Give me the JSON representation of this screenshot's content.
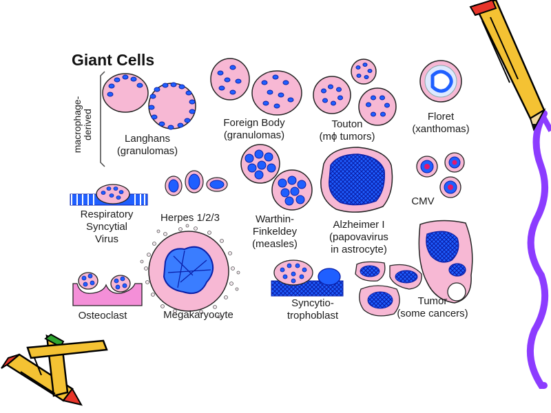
{
  "title": "Giant Cells",
  "group_label": {
    "line1": "macrophage-",
    "line2": "derived"
  },
  "cells": {
    "langhans": [
      "Langhans",
      "(granulomas)"
    ],
    "foreign_body": [
      "Foreign Body",
      "(granulomas)"
    ],
    "touton": [
      "Touton",
      "(mϕ tumors)"
    ],
    "floret": [
      "Floret",
      "(xanthomas)"
    ],
    "rsv": [
      "Respiratory",
      "Syncytial",
      "Virus"
    ],
    "herpes": [
      "Herpes 1/2/3"
    ],
    "warthin": [
      "Warthin-",
      "Finkeldey",
      "(measles)"
    ],
    "alzheimer": [
      "Alzheimer I",
      "(papovavirus",
      "in astrocyte)"
    ],
    "cmv": [
      "CMV"
    ],
    "osteoclast": [
      "Osteoclast"
    ],
    "megakaryocyte": [
      "Megakaryocyte"
    ],
    "syncytio": [
      "Syncytio-",
      "trophoblast"
    ],
    "tumor": [
      "Tumor",
      "(some cancers)"
    ]
  },
  "colors": {
    "cytoplasm": "#f7b8d4",
    "nucleus": "#1f5fff",
    "nucleus_dark": "#0a1fa8",
    "crayon_yellow": "#f4c233",
    "crayon_red": "#e8352a",
    "crayon_green": "#2fa52f",
    "wave_purple": "#8c3cff"
  },
  "decorations": [
    "pencil-icon",
    "crayon-bundle-icon",
    "purple-wave-border"
  ]
}
